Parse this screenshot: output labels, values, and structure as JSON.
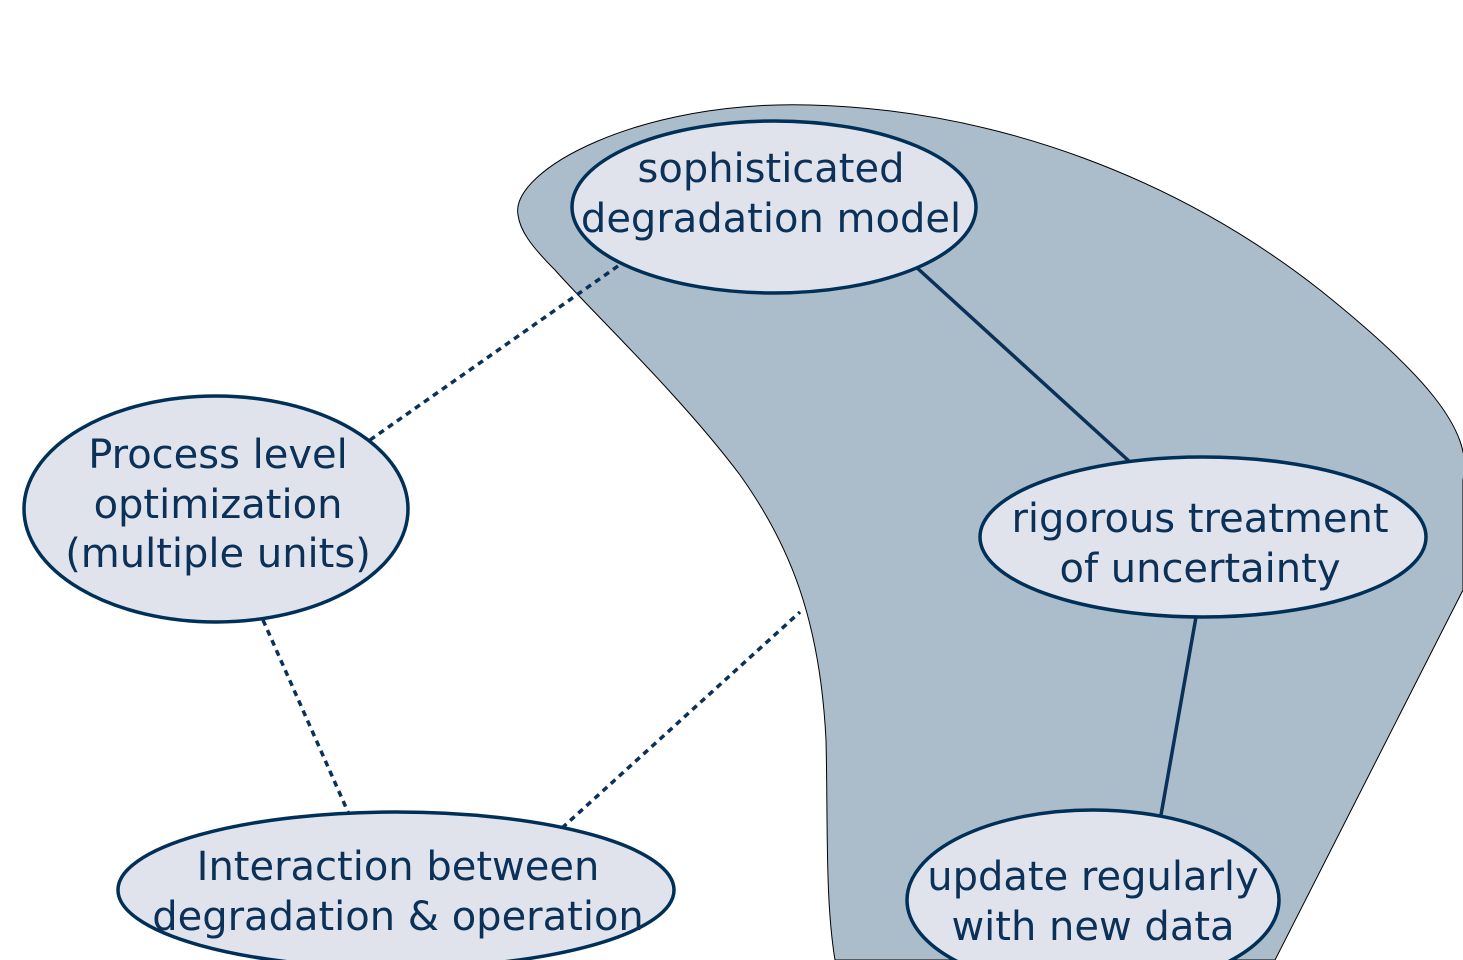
{
  "diagram": {
    "nodes": {
      "degradation_model": {
        "line1": "sophisticated",
        "line2": "degradation model"
      },
      "uncertainty": {
        "line1": "rigorous treatment",
        "line2": "of uncertainty"
      },
      "update_data": {
        "line1": "update regularly",
        "line2": "with new data"
      },
      "process_opt": {
        "line1": "Process level",
        "line2": "optimization",
        "line3": "(multiple units)"
      },
      "interaction": {
        "line1": "Interaction between",
        "line2": "degradation & operation"
      }
    },
    "edges": [
      {
        "from": "degradation_model",
        "to": "uncertainty",
        "style": "solid"
      },
      {
        "from": "uncertainty",
        "to": "update_data",
        "style": "solid"
      },
      {
        "from": "degradation_model",
        "to": "process_opt",
        "style": "dashed"
      },
      {
        "from": "process_opt",
        "to": "interaction",
        "style": "dashed"
      },
      {
        "from": "interaction",
        "to": "highlighted_region",
        "style": "dashed"
      }
    ],
    "colors": {
      "region_fill": "#abbdca",
      "node_fill": "#e0e3ec",
      "node_stroke": "#003058",
      "text": "#0b3158"
    }
  }
}
